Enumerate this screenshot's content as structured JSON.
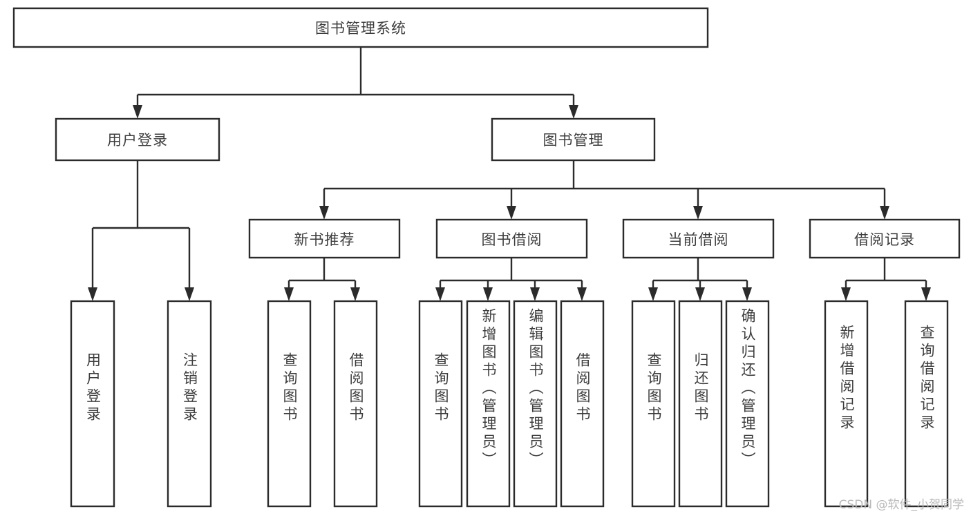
{
  "diagram": {
    "type": "tree-hierarchy",
    "title": "图书管理系统",
    "orientation": "top-down",
    "colors": {
      "box_fill": "#ffffff",
      "box_stroke": "#2b2b2b",
      "text": "#3d3d3d",
      "background": "#ffffff",
      "watermark": "#b9b9b9"
    },
    "root": {
      "label": "图书管理系统"
    },
    "level2": [
      {
        "label": "用户登录"
      },
      {
        "label": "图书管理"
      }
    ],
    "level3": [
      {
        "label": "新书推荐"
      },
      {
        "label": "图书借阅"
      },
      {
        "label": "当前借阅"
      },
      {
        "label": "借阅记录"
      }
    ],
    "leaves": {
      "user_login": [
        {
          "label": "用户登录"
        },
        {
          "label": "注销登录"
        }
      ],
      "new_book_recommend": [
        {
          "label": "查询图书"
        },
        {
          "label": "借阅图书"
        }
      ],
      "book_borrow": [
        {
          "label": "查询图书"
        },
        {
          "label": "新增图书（管理员）"
        },
        {
          "label": "编辑图书（管理员）"
        },
        {
          "label": "借阅图书"
        }
      ],
      "current_borrow": [
        {
          "label": "查询图书"
        },
        {
          "label": "归还图书"
        },
        {
          "label": "确认归还（管理员）"
        }
      ],
      "borrow_record": [
        {
          "label": "新增借阅记录"
        },
        {
          "label": "查询借阅记录"
        }
      ]
    }
  },
  "watermark": {
    "text": "CSDN @软件_小贺同学"
  }
}
